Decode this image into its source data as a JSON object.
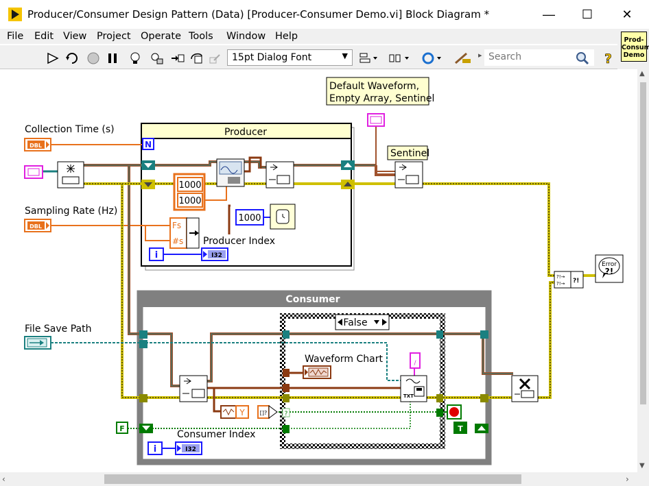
{
  "window": {
    "title": "Producer/Consumer Design Pattern (Data) [Producer-Consumer Demo.vi] Block Diagram *",
    "minimize": "—",
    "maximize": "☐",
    "close": "✕"
  },
  "menu": [
    "File",
    "Edit",
    "View",
    "Project",
    "Operate",
    "Tools",
    "Window",
    "Help"
  ],
  "toolbar": {
    "font": "15pt Dialog Font",
    "search_placeholder": "Search",
    "vi_icon_lines": [
      "Prod-",
      "Consum",
      "Demo"
    ]
  },
  "diagram": {
    "collection_time_label": "Collection Time (s)",
    "sampling_rate_label": "Sampling Rate (Hz)",
    "file_save_path_label": "File Save Path",
    "producer_title": "Producer",
    "consumer_title": "Consumer",
    "default_waveform_note": [
      "Default Waveform,",
      "Empty Array, Sentinel"
    ],
    "sentinel_label": "Sentinel",
    "producer_index_label": "Producer Index",
    "consumer_index_label": "Consumer Index",
    "waveform_chart_label": "Waveform Chart",
    "case_selector": "False",
    "const_1000_a": "1000",
    "const_1000_b": "1000",
    "wait_const": "1000",
    "dbl": "DBL",
    "i32": "I32",
    "fs_label": "Fs",
    "ns_label": "#s",
    "loop_i": "i",
    "bool_f": "F",
    "bool_t": "T",
    "n_terminal": "N",
    "error_label": "Error"
  },
  "colors": {
    "orange": "#e8711c",
    "cluster_brown": "#a0522d",
    "error_yellow": "#cfc000",
    "waveform_brown": "#8b3a12",
    "teal": "#1a8080",
    "int_blue": "#1a1aff",
    "bool_green": "#007a00",
    "pink": "#e020e0"
  }
}
